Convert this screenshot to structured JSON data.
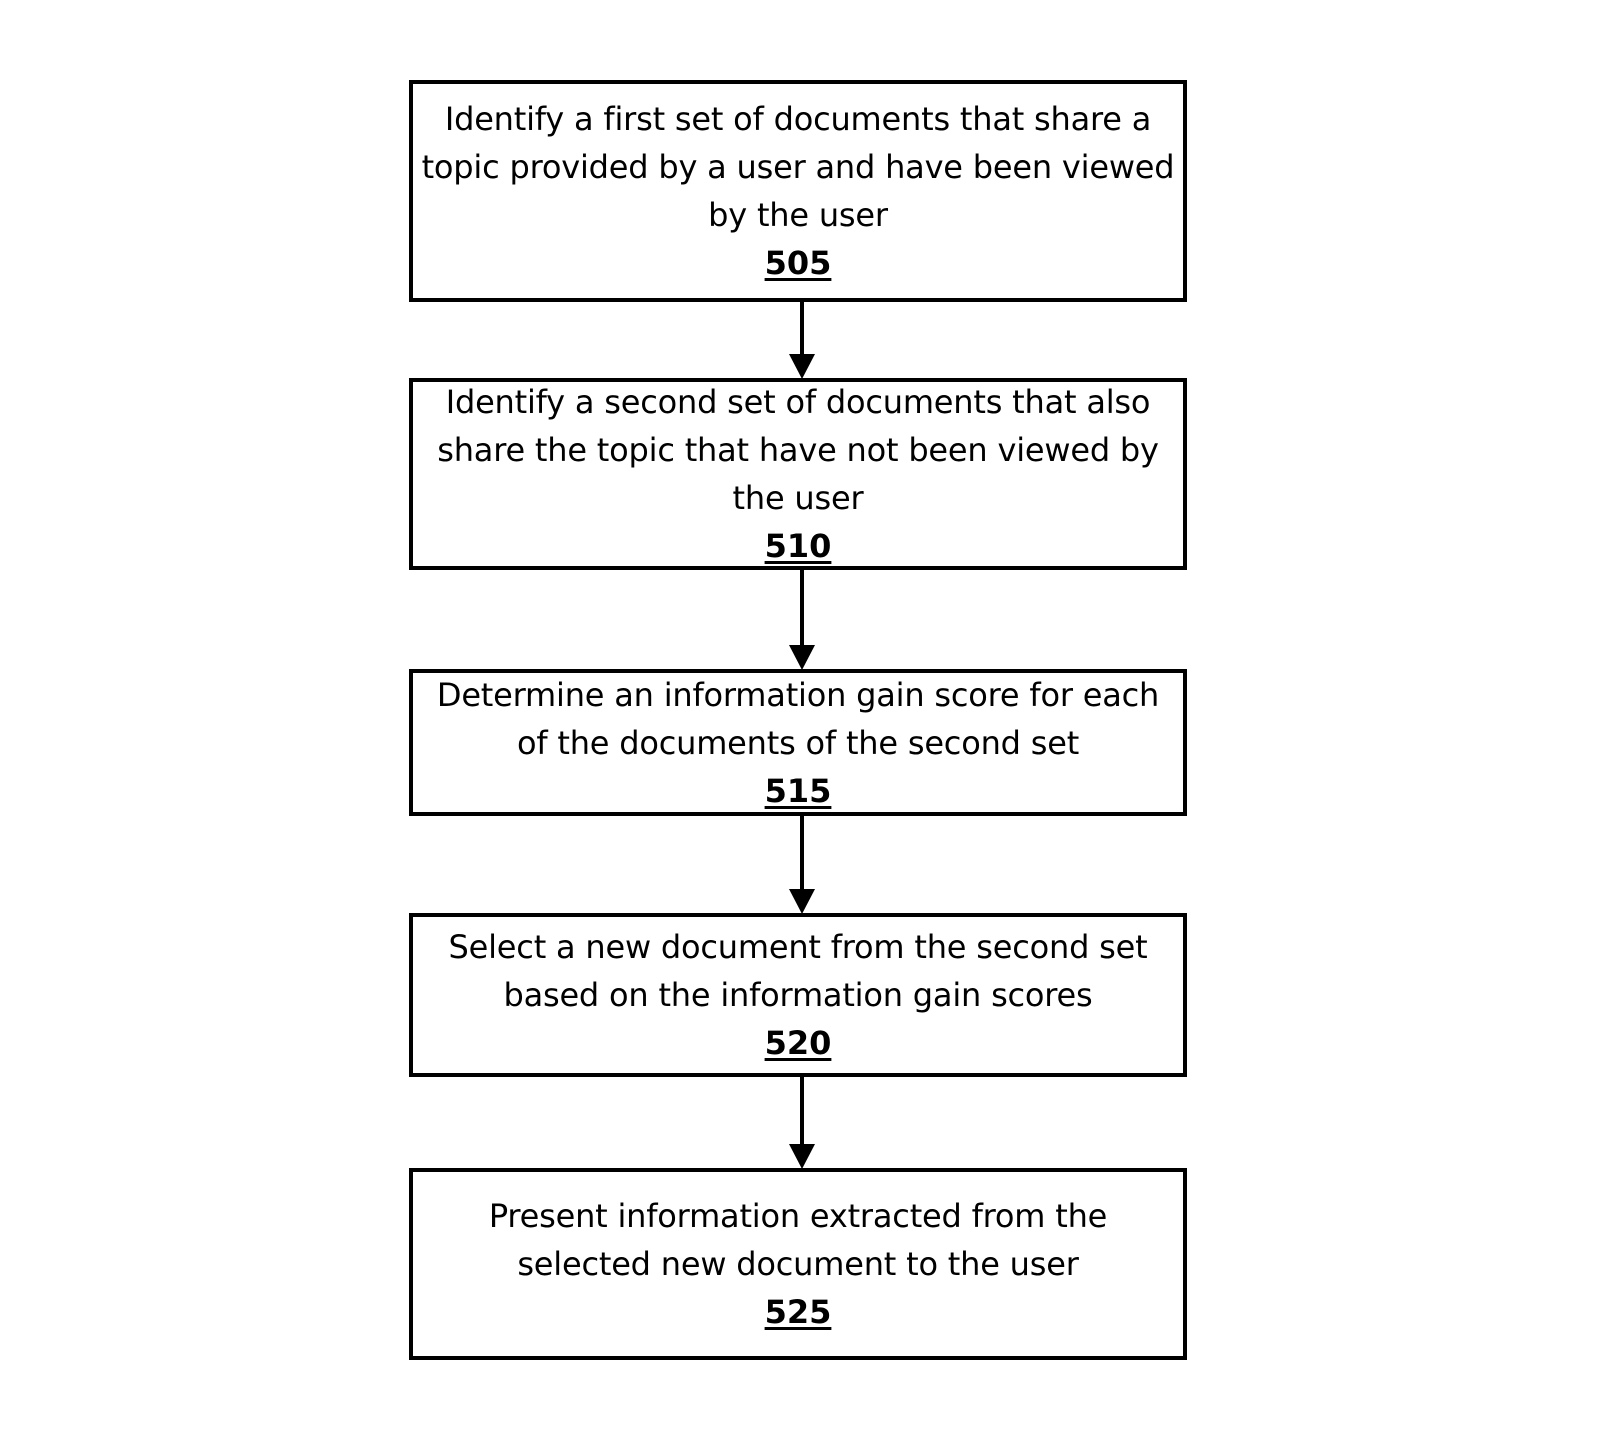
{
  "steps": [
    {
      "text": "Identify a first set of documents that share a\ntopic provided by a user and have been viewed\nby the user",
      "number": "505"
    },
    {
      "text": "Identify a second set of documents that also\nshare the topic that have not been viewed by\nthe user",
      "number": "510"
    },
    {
      "text": "Determine an information gain score for each\nof the documents of the second set",
      "number": "515"
    },
    {
      "text": "Select a new document from the second set\nbased on the information gain scores",
      "number": "520"
    },
    {
      "text": "Present information extracted from the\nselected new document to the user",
      "number": "525"
    }
  ]
}
